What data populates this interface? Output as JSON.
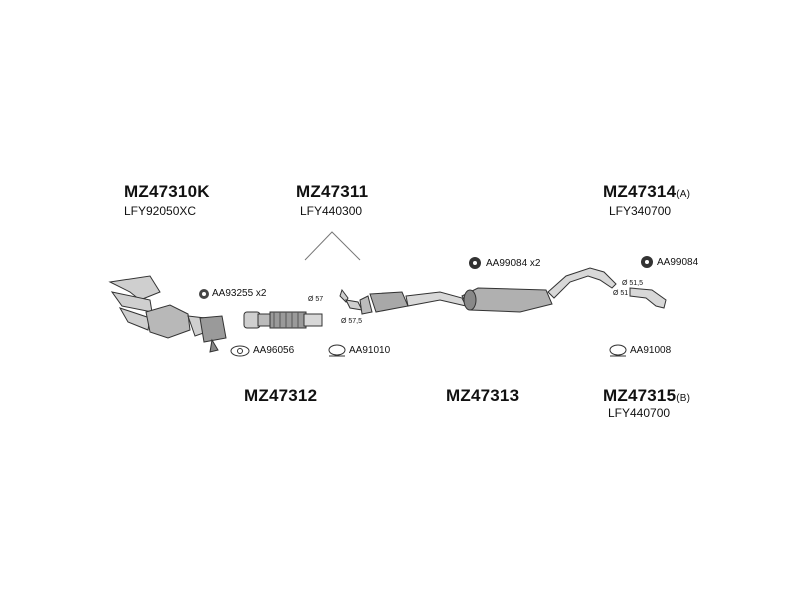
{
  "parts": {
    "mz47310k": {
      "number": "MZ47310K",
      "ref": "LFY92050XC"
    },
    "mz47311": {
      "number": "MZ47311",
      "ref": "LFY440300"
    },
    "mz47312": {
      "number": "MZ47312"
    },
    "mz47313": {
      "number": "MZ47313"
    },
    "mz47314": {
      "number": "MZ47314",
      "suffix": "(A)",
      "ref": "LFY340700"
    },
    "mz47315": {
      "number": "MZ47315",
      "suffix": "(B)",
      "ref": "LFY440700"
    }
  },
  "hardware": {
    "aa93255": "AA93255 x2",
    "aa96056": "AA96056",
    "aa91010": "AA91010",
    "aa99084_x2": "AA99084 x2",
    "aa99084": "AA99084",
    "aa91008": "AA91008"
  },
  "dimensions": {
    "d57": "Ø 57",
    "d57_5": "Ø 57,5",
    "d51_5": "Ø 51,5",
    "d51": "Ø 51"
  },
  "colors": {
    "line": "#333333",
    "fill": "#cfcfcf",
    "shade": "#9a9a9a"
  }
}
